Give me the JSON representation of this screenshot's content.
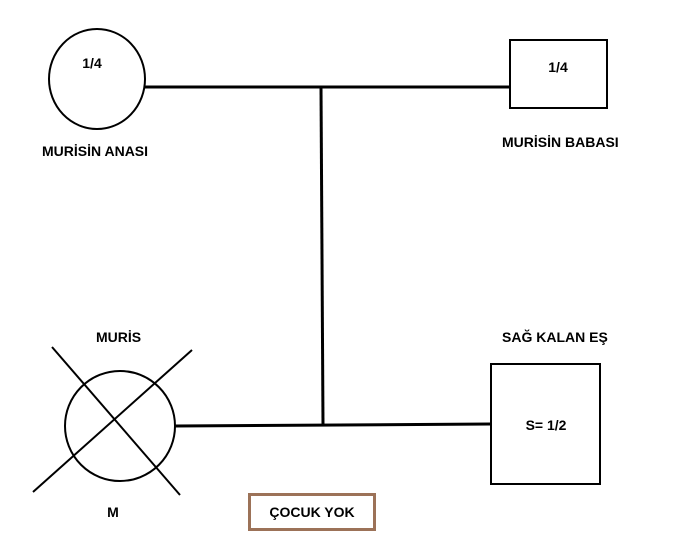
{
  "colors": {
    "line": "#000000",
    "note_border": "#9c7258",
    "background": "#ffffff"
  },
  "mother": {
    "name": "MURİSİN ANASI",
    "share": "1/4"
  },
  "father": {
    "name": "MURİSİN BABASI",
    "share": "1/4"
  },
  "deceased": {
    "title": "MURİS",
    "mark": "M"
  },
  "spouse": {
    "name": "SAĞ KALAN EŞ",
    "share": "S= 1/2"
  },
  "note": {
    "text": "ÇOCUK YOK"
  }
}
